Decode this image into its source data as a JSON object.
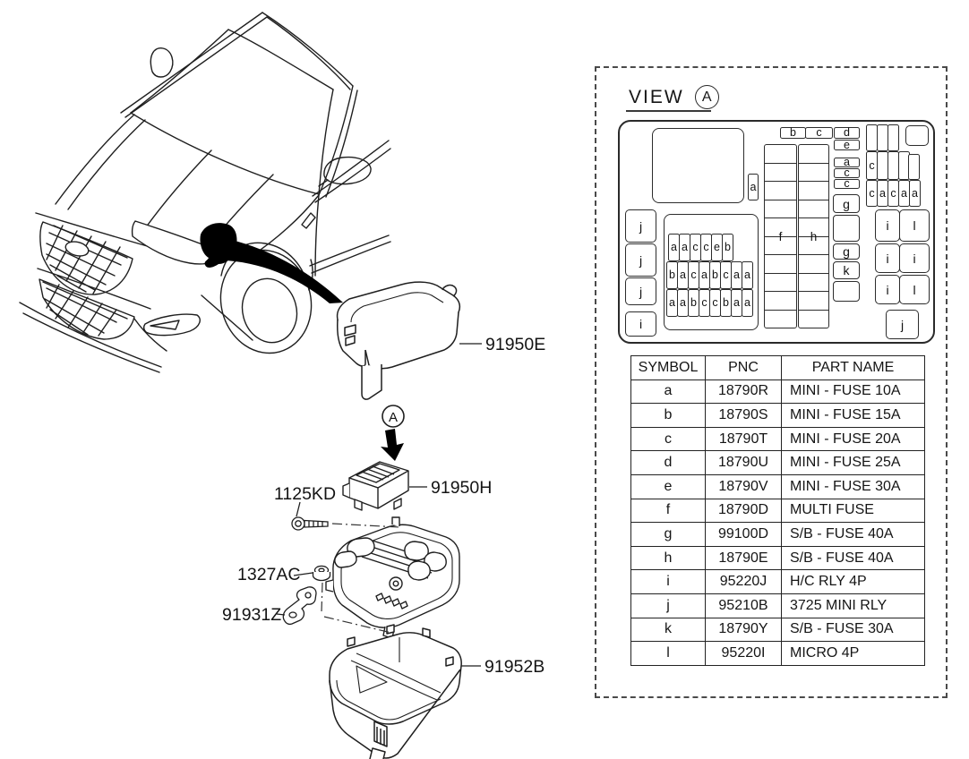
{
  "left_diagram": {
    "labels": {
      "cover": "91950E",
      "upper_block": "91950H",
      "bolt": "1125KD",
      "nut": "1327AC",
      "bracket": "91931Z",
      "lower_cover": "91952B",
      "view_marker": "A"
    }
  },
  "view_panel": {
    "title": "VIEW",
    "view_letter": "A",
    "fusebox": {
      "single_a": "a",
      "top_strip": [
        "b",
        "c"
      ],
      "de_stack": [
        "d",
        "e"
      ],
      "acc_stack": [
        "a",
        "c",
        "c"
      ],
      "g_column": [
        "g",
        "",
        "g",
        "k",
        ""
      ],
      "f_label": "f",
      "h_label": "h",
      "left_column": [
        "j",
        "j",
        "j",
        "i"
      ],
      "center_row1": [
        "a",
        "a",
        "c",
        "c",
        "e",
        "b"
      ],
      "center_row2": [
        "b",
        "a",
        "c",
        "a",
        "b",
        "c",
        "a",
        "a"
      ],
      "center_row3": [
        "a",
        "a",
        "b",
        "c",
        "c",
        "b",
        "a",
        "a"
      ],
      "tr_row2": [
        "c",
        "",
        "",
        "",
        ""
      ],
      "tr_row3": [
        "c",
        "a",
        "c",
        "a",
        "a"
      ],
      "relay_rows": [
        [
          "i",
          "l"
        ],
        [
          "i",
          "i"
        ],
        [
          "i",
          "l"
        ]
      ],
      "j_bottom": "j"
    }
  },
  "table": {
    "headers": [
      "SYMBOL",
      "PNC",
      "PART NAME"
    ],
    "rows": [
      [
        "a",
        "18790R",
        "MINI - FUSE 10A"
      ],
      [
        "b",
        "18790S",
        "MINI - FUSE 15A"
      ],
      [
        "c",
        "18790T",
        "MINI - FUSE 20A"
      ],
      [
        "d",
        "18790U",
        "MINI - FUSE 25A"
      ],
      [
        "e",
        "18790V",
        "MINI - FUSE 30A"
      ],
      [
        "f",
        "18790D",
        "MULTI FUSE"
      ],
      [
        "g",
        "99100D",
        "S/B - FUSE 40A"
      ],
      [
        "h",
        "18790E",
        "S/B - FUSE 40A"
      ],
      [
        "i",
        "95220J",
        "H/C RLY 4P"
      ],
      [
        "j",
        "95210B",
        "3725 MINI RLY"
      ],
      [
        "k",
        "18790Y",
        "S/B - FUSE 30A"
      ],
      [
        "l",
        "95220I",
        "MICRO 4P"
      ]
    ]
  }
}
